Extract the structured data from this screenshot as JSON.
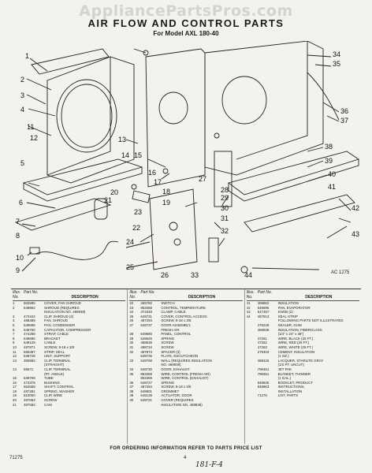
{
  "watermark": "AppliancePartsPros.com",
  "title": "AIR FLOW AND CONTROL PARTS",
  "subtitle": "For Model AXL 180-40",
  "ac_code": "AC 1275",
  "callouts": [
    "1",
    "2",
    "3",
    "4",
    "5",
    "6",
    "7",
    "8",
    "9",
    "10",
    "11",
    "12",
    "13",
    "14",
    "15",
    "16",
    "17",
    "18",
    "19",
    "20",
    "21",
    "22",
    "23",
    "24",
    "25",
    "26",
    "27",
    "28",
    "29",
    "30",
    "31",
    "32",
    "33",
    "34",
    "35",
    "36",
    "37",
    "38",
    "39",
    "40",
    "41",
    "42",
    "43",
    "44"
  ],
  "table_headers": {
    "illus": "Illus. No.",
    "part": "Part No.",
    "description": "DESCRIPTION"
  },
  "parts_col1": [
    {
      "n": "1",
      "p": "663595",
      "d": "COVER, FAN SHROUD"
    },
    {
      "n": "2",
      "p": "649862",
      "d": "SHROUD (REQUIRES"
    },
    {
      "n": "",
      "p": "",
      "d": "INSULATION NO. 469938)"
    },
    {
      "n": "3",
      "p": "473442",
      "d": "CLIP, SHROUD (2)"
    },
    {
      "n": "4",
      "p": "488489",
      "d": "FAN, SHROUD"
    },
    {
      "n": "5",
      "p": "649695",
      "d": "PAN, CONDENSER"
    },
    {
      "n": "6",
      "p": "649760",
      "d": "CAPACITOR, COMPRESSOR"
    },
    {
      "n": "7",
      "p": "474258",
      "d": "STRAP, CABLE"
    },
    {
      "n": "8",
      "p": "649696",
      "d": "BRACKET"
    },
    {
      "n": "9",
      "p": "649129",
      "d": "CABLE"
    },
    {
      "n": "10",
      "p": "487871",
      "d": "SCREW, 8-18 x 3/8"
    },
    {
      "n": "11",
      "p": "665397",
      "d": "STRIP, SEAL"
    },
    {
      "n": "12",
      "p": "649728",
      "d": "UNIT, SUPPORT"
    },
    {
      "n": "13",
      "p": "360882",
      "d": "CLIP, TERMINAL"
    },
    {
      "n": "",
      "p": "",
      "d": "(STRAIGHT)"
    },
    {
      "n": "14",
      "p": "65571",
      "d": "CLIP, TERMINAL"
    },
    {
      "n": "",
      "p": "",
      "d": "(RT. ANGLE)"
    },
    {
      "n": "15",
      "p": "649759",
      "d": "TUBE"
    },
    {
      "n": "16",
      "p": "473378",
      "d": "BUSHING"
    },
    {
      "n": "17",
      "p": "652669",
      "d": "SHAFT, CONTROL"
    },
    {
      "n": "18",
      "p": "487281",
      "d": "SPRING, WASHER"
    },
    {
      "n": "19",
      "p": "810000",
      "d": "CLIP, WIRE"
    },
    {
      "n": "20",
      "p": "487653",
      "d": "SCREW"
    },
    {
      "n": "21",
      "p": "487682",
      "d": "CAM"
    }
  ],
  "parts_col2": [
    {
      "n": "22",
      "p": "465760",
      "d": "SWITCH"
    },
    {
      "n": "23",
      "p": "862658",
      "d": "CONTROL, TEMPERATURE"
    },
    {
      "n": "24",
      "p": "474348",
      "d": "CLAMP, CABLE"
    },
    {
      "n": "25",
      "p": "649731",
      "d": "COVER, CONTROL ACCESS"
    },
    {
      "n": "26",
      "p": "487294",
      "d": "SCREW, 8-18 x 3/8"
    },
    {
      "n": "27",
      "p": "649737",
      "d": "DOOR ASSEMBLY,"
    },
    {
      "n": "",
      "p": "",
      "d": "FRESH AIR"
    },
    {
      "n": "28",
      "p": "649680",
      "d": "PANEL, CONTROL"
    },
    {
      "n": "29",
      "p": "649626",
      "d": "SPRING"
    },
    {
      "n": "30",
      "p": "488536",
      "d": "SCREW"
    },
    {
      "n": "31",
      "p": "488734",
      "d": "SCREW"
    },
    {
      "n": "32",
      "p": "487873",
      "d": "SPACER (3)"
    },
    {
      "n": "",
      "p": "649735",
      "d": "PLATE, ESCUTCHEON"
    },
    {
      "n": "33",
      "p": "649769",
      "d": "WALL (REQUIRES INSULATION"
    },
    {
      "n": "",
      "p": "",
      "d": "NO. 469939)"
    },
    {
      "n": "34",
      "p": "649730",
      "d": "DOOR, EXHAUST"
    },
    {
      "n": "35",
      "p": "853358",
      "d": "WIRE, CONTROL (FRESH AIR)"
    },
    {
      "n": "",
      "p": "852359",
      "d": "WIRE, CONTROL (EXHAUST)"
    },
    {
      "n": "36",
      "p": "649727",
      "d": "SPRING"
    },
    {
      "n": "37",
      "p": "487294",
      "d": "SCREW, 8-18 x 3/8"
    },
    {
      "n": "38",
      "p": "649801",
      "d": "GROMMET"
    },
    {
      "n": "39",
      "p": "649138",
      "d": "ACTUATOR, DOOR"
    },
    {
      "n": "40",
      "p": "649721",
      "d": "COVER (REQUIRES"
    },
    {
      "n": "",
      "p": "",
      "d": "INSULATION NO. 469938)"
    }
  ],
  "parts_col3": [
    {
      "n": "41",
      "p": "469862",
      "d": "INSULATION"
    },
    {
      "n": "42",
      "p": "649696",
      "d": "PAN, EVAPORATOR"
    },
    {
      "n": "43",
      "p": "647457",
      "d": "KNOB (2)"
    },
    {
      "n": "44",
      "p": "467913",
      "d": "SEAL STRIP"
    },
    {
      "n": "",
      "p": "",
      "d": "FOLLOWING PARTS NOT ILLUSTRATED"
    },
    {
      "n": "",
      "p": "",
      "d": ""
    },
    {
      "n": "",
      "p": "476248",
      "d": "SEALER, GUM"
    },
    {
      "n": "",
      "p": "469938",
      "d": "INSULATION, FIBERGLASS"
    },
    {
      "n": "",
      "p": "",
      "d": "(1/4\" x 24\" x 48\")"
    },
    {
      "n": "",
      "p": "47261",
      "d": "WIRE, BLACK (25 FT.)"
    },
    {
      "n": "",
      "p": "47262",
      "d": "WIRE, RED (25 FT.)"
    },
    {
      "n": "",
      "p": "47263",
      "d": "WIRE, WHITE (25 FT.)"
    },
    {
      "n": "",
      "p": "279403",
      "d": "CEMENT, INSULATION"
    },
    {
      "n": "",
      "p": "",
      "d": "(1 OZ.)"
    },
    {
      "n": "",
      "p": "488426",
      "d": "LACQUER, STARLITE GRAY"
    },
    {
      "n": "",
      "p": "",
      "d": "(1/2 PT. UNCUT)"
    },
    {
      "n": "",
      "p": "799451",
      "d": "JET PAK"
    },
    {
      "n": "",
      "p": "799351",
      "d": "BLANKET, THINNER"
    },
    {
      "n": "",
      "p": "",
      "d": "(1 GAL.)"
    },
    {
      "n": "",
      "p": "848845",
      "d": "BOOKLET, PRODUCT"
    },
    {
      "n": "",
      "p": "848963",
      "d": "INSTRUCTIONS,"
    },
    {
      "n": "",
      "p": "",
      "d": "INSTALLATION"
    },
    {
      "n": "",
      "p": "71275",
      "d": "LIST, PARTS"
    }
  ],
  "footer": "FOR ORDERING INFORMATION REFER TO PARTS PRICE LIST",
  "page_number": "4",
  "date_code": "71275",
  "handwritten": "181-F-4"
}
